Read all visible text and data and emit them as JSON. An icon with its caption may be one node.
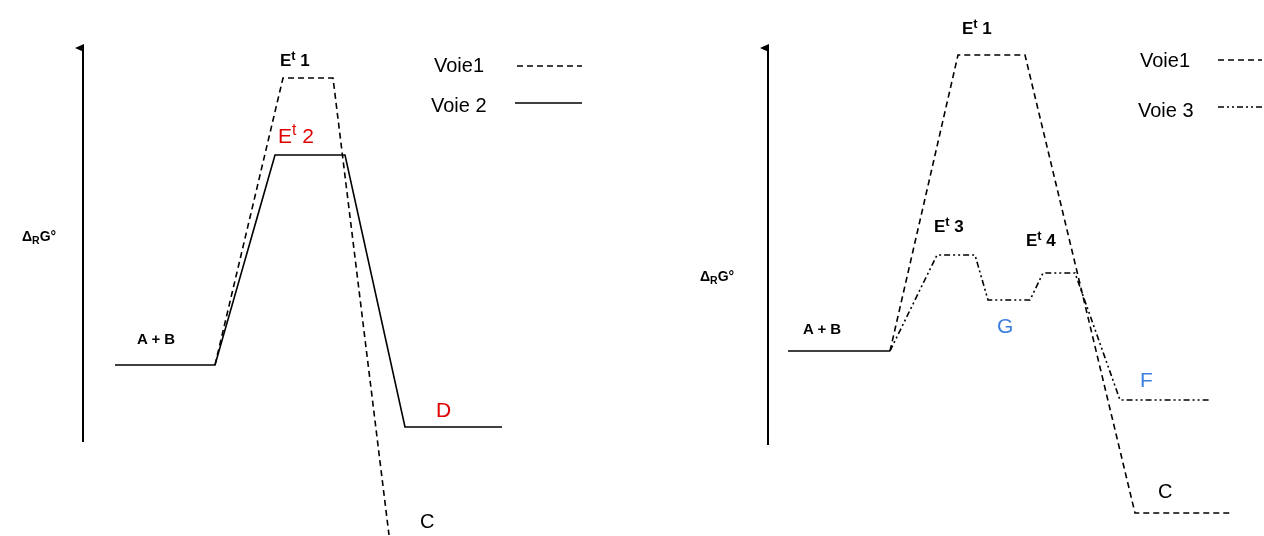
{
  "diagram": {
    "labels": [
      "E$^{t}$ 1",
      "E$^{t}$ 2",
      "Δ$_{R}$G°",
      "A + B",
      "D",
      "C",
      "E$^{t}$ 1",
      "E$^{t}$ 3",
      "E$^{t}$ 4",
      "Δ$_{R}$G°",
      "A + B",
      "G",
      "F",
      "C"
    ],
    "legend": [
      {
        "text": "Voie1"
      },
      {
        "text": "Voie 2"
      },
      {
        "text": "Voie1"
      },
      {
        "text": "Voie 3"
      }
    ]
  }
}
